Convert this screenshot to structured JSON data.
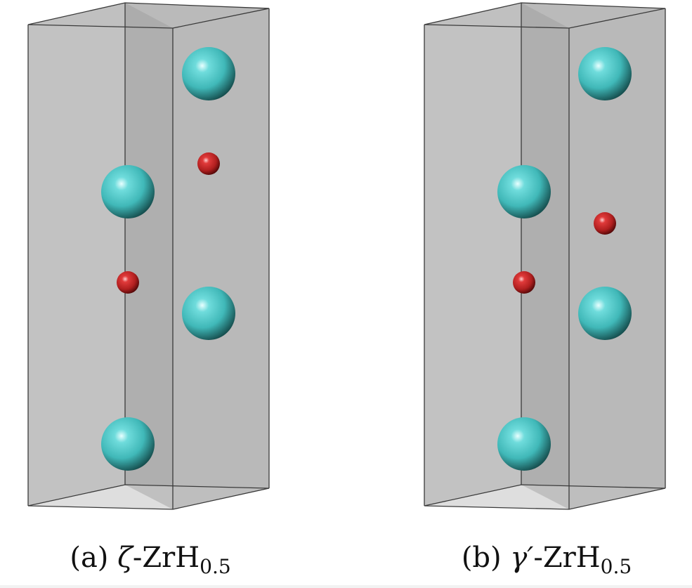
{
  "colors": {
    "zr_atom": "#4cc4c4",
    "h_atom": "#c8282a",
    "cell_face": "#b9b9b9",
    "cell_face_back": "#a9a9a9",
    "cell_edge": "#3a3a3a",
    "background": "#ffffff"
  },
  "atom_legend_semantics": {
    "large_cyan_sphere": "zr-atom",
    "small_red_sphere": "h-atom"
  },
  "panels": [
    {
      "id": "a",
      "caption_prefix": "(a) ",
      "caption_greek": "ζ",
      "caption_formula": "-ZrH",
      "caption_subscript": "0.5"
    },
    {
      "id": "b",
      "caption_prefix": "(b) ",
      "caption_greek": "γ′",
      "caption_formula": "-ZrH",
      "caption_subscript": "0.5"
    }
  ]
}
